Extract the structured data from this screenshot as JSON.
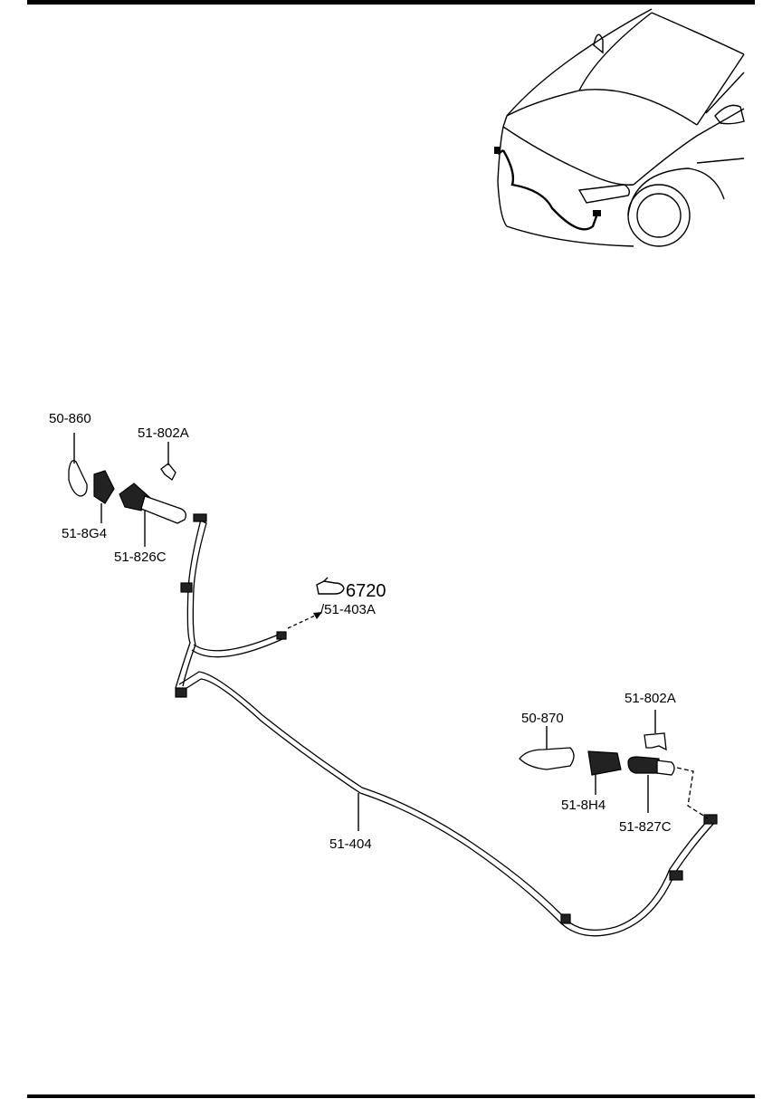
{
  "labels": {
    "p50_860": "50-860",
    "p51_802A_left": "51-802A",
    "p51_8G4": "51-8G4",
    "p51_826C": "51-826C",
    "ref_6720": "6720",
    "p51_403A": "/51-403A",
    "p51_404": "51-404",
    "p50_870": "50-870",
    "p51_802A_right": "51-802A",
    "p51_8H4": "51-8H4",
    "p51_827C": "51-827C"
  }
}
